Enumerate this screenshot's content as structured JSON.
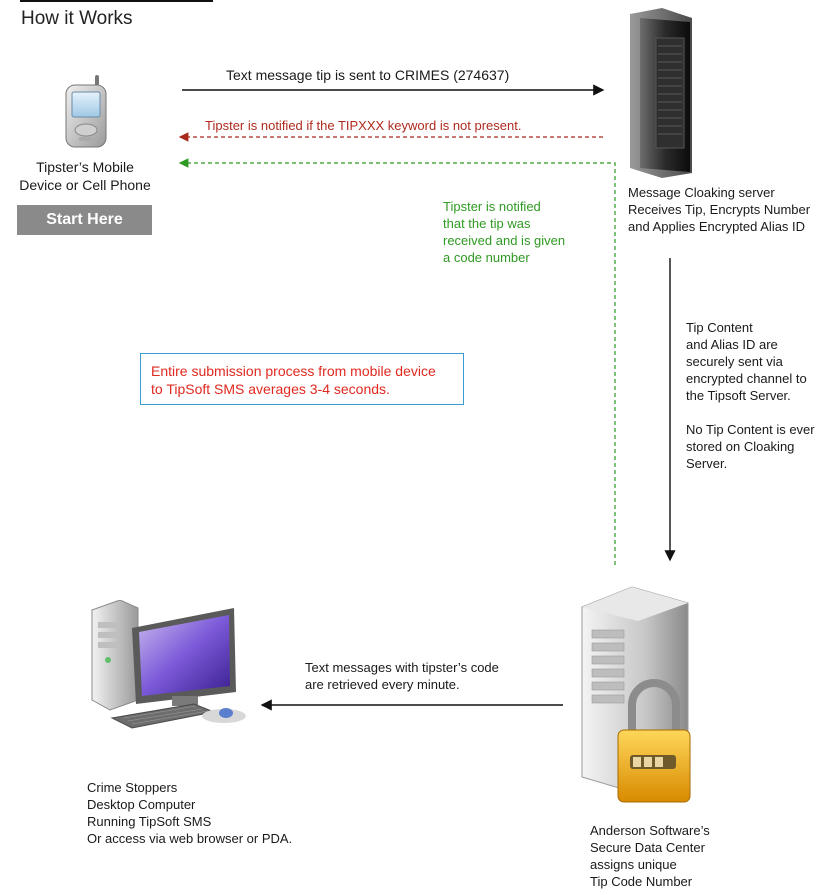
{
  "title": "How it Works",
  "tipster": {
    "label_line1": "Tipster’s Mobile",
    "label_line2": "Device or Cell Phone",
    "start_button": "Start Here"
  },
  "arrows": {
    "text_sent": "Text message tip is sent to CRIMES (274637)",
    "keyword_missing": "Tipster is notified if the TIPXXX keyword is not present.",
    "tip_received": [
      "Tipster is notified",
      "that the tip was",
      "received and is given",
      "a code number"
    ],
    "retrieved": [
      "Text messages with tipster’s code",
      "are retrieved every minute."
    ]
  },
  "cloaking_server": {
    "lines": [
      "Message Cloaking server",
      "Receives Tip, Encrypts Number",
      "and Applies Encrypted Alias ID"
    ]
  },
  "tip_content": {
    "lines": [
      "Tip Content",
      "and Alias ID are",
      "securely sent via",
      "encrypted channel to",
      "the Tipsoft Server."
    ],
    "note_lines": [
      "No Tip Content is ever",
      "stored on Cloaking",
      "Server."
    ]
  },
  "submission_note": {
    "line1": "Entire submission process from mobile device",
    "line2": "to TipSoft SMS averages 3-4 seconds."
  },
  "desktop": {
    "lines": [
      "Crime Stoppers",
      "Desktop Computer",
      "Running TipSoft SMS",
      "Or access via web browser or PDA."
    ]
  },
  "data_center": {
    "lines": [
      "Anderson Software’s",
      "Secure Data Center",
      "assigns unique",
      "Tip Code Number"
    ]
  },
  "colors": {
    "arrow_black": "#111111",
    "arrow_red": "#a8281c",
    "arrow_green": "#2f9a22",
    "note_border": "#3c9ad3",
    "note_text": "#e0291f"
  }
}
